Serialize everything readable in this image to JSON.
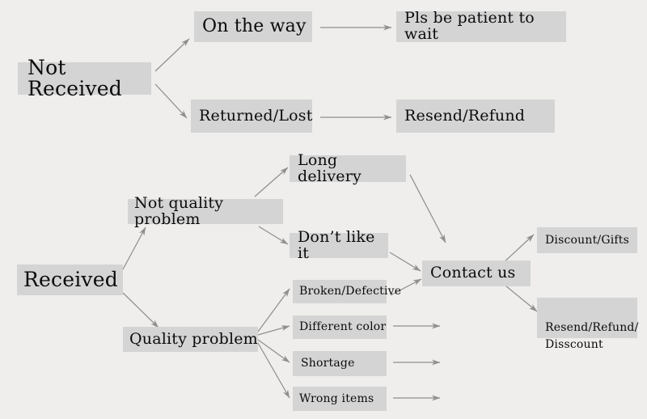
{
  "diagram": {
    "title": "Order issue resolution flowchart",
    "background_color": "#efeeec",
    "node_fill_color": "#d4d4d4",
    "text_color": "#0b0b0b",
    "edge_color": "#8f8f8f",
    "nodes": [
      {
        "id": "not-received",
        "label": "Not Received"
      },
      {
        "id": "on-the-way",
        "label": "On the way"
      },
      {
        "id": "pls-be-patient",
        "label": "Pls be patient to wait"
      },
      {
        "id": "returned-lost",
        "label": "Returned/Lost"
      },
      {
        "id": "resend-refund",
        "label": "Resend/Refund"
      },
      {
        "id": "received",
        "label": "Received"
      },
      {
        "id": "not-quality-problem",
        "label": "Not quality problem"
      },
      {
        "id": "quality-problem",
        "label": "Quality problem"
      },
      {
        "id": "long-delivery",
        "label": "Long delivery"
      },
      {
        "id": "dont-like-it",
        "label": "Don’t like it"
      },
      {
        "id": "broken-defective",
        "label": "Broken/Defective"
      },
      {
        "id": "different-color",
        "label": "Different color"
      },
      {
        "id": "shortage",
        "label": "Shortage"
      },
      {
        "id": "wrong-items",
        "label": "Wrong items"
      },
      {
        "id": "contact-us",
        "label": "Contact us"
      },
      {
        "id": "discount-gifts",
        "label": "Discount/Gifts"
      },
      {
        "id": "resend-refund-disscount",
        "label": "Resend/Refund/\nDisscount"
      }
    ],
    "edges": [
      {
        "from": "not-received",
        "to": "on-the-way"
      },
      {
        "from": "not-received",
        "to": "returned-lost"
      },
      {
        "from": "on-the-way",
        "to": "pls-be-patient"
      },
      {
        "from": "returned-lost",
        "to": "resend-refund"
      },
      {
        "from": "received",
        "to": "not-quality-problem"
      },
      {
        "from": "received",
        "to": "quality-problem"
      },
      {
        "from": "not-quality-problem",
        "to": "long-delivery"
      },
      {
        "from": "not-quality-problem",
        "to": "dont-like-it"
      },
      {
        "from": "quality-problem",
        "to": "broken-defective"
      },
      {
        "from": "quality-problem",
        "to": "different-color"
      },
      {
        "from": "quality-problem",
        "to": "shortage"
      },
      {
        "from": "quality-problem",
        "to": "wrong-items"
      },
      {
        "from": "long-delivery",
        "to": "contact-us"
      },
      {
        "from": "dont-like-it",
        "to": "contact-us"
      },
      {
        "from": "broken-defective",
        "to": "contact-us"
      },
      {
        "from": "different-color",
        "to": "contact-us"
      },
      {
        "from": "shortage",
        "to": "contact-us"
      },
      {
        "from": "wrong-items",
        "to": "contact-us"
      },
      {
        "from": "contact-us",
        "to": "discount-gifts"
      },
      {
        "from": "contact-us",
        "to": "resend-refund-disscount"
      }
    ]
  }
}
